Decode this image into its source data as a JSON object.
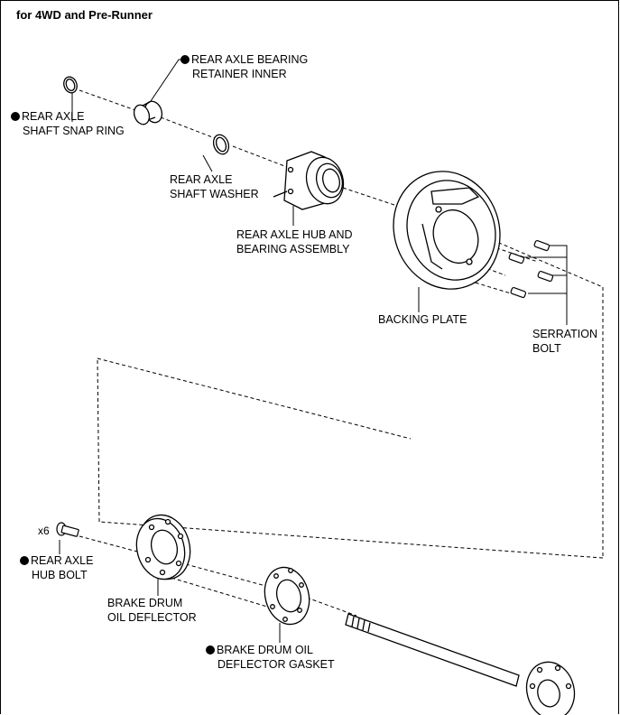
{
  "heading": "for 4WD and Pre-Runner",
  "labels": {
    "retainer_inner": [
      "REAR AXLE BEARING",
      "RETAINER INNER"
    ],
    "snap_ring": [
      "REAR AXLE",
      "SHAFT SNAP RING"
    ],
    "shaft_washer": [
      "REAR AXLE",
      "SHAFT WASHER"
    ],
    "hub_bearing": [
      "REAR AXLE HUB AND",
      "BEARING ASSEMBLY"
    ],
    "backing_plate": [
      "BACKING PLATE"
    ],
    "serration_bolt": [
      "SERRATION",
      "BOLT"
    ],
    "hub_bolt": [
      "REAR AXLE",
      "HUB BOLT"
    ],
    "oil_deflector": [
      "BRAKE DRUM",
      "OIL DEFLECTOR"
    ],
    "deflector_gasket": [
      "BRAKE DRUM OIL",
      "DEFLECTOR GASKET"
    ]
  },
  "hub_bolt_qty": "x6",
  "colors": {
    "line": "#000000",
    "background": "#ffffff"
  }
}
